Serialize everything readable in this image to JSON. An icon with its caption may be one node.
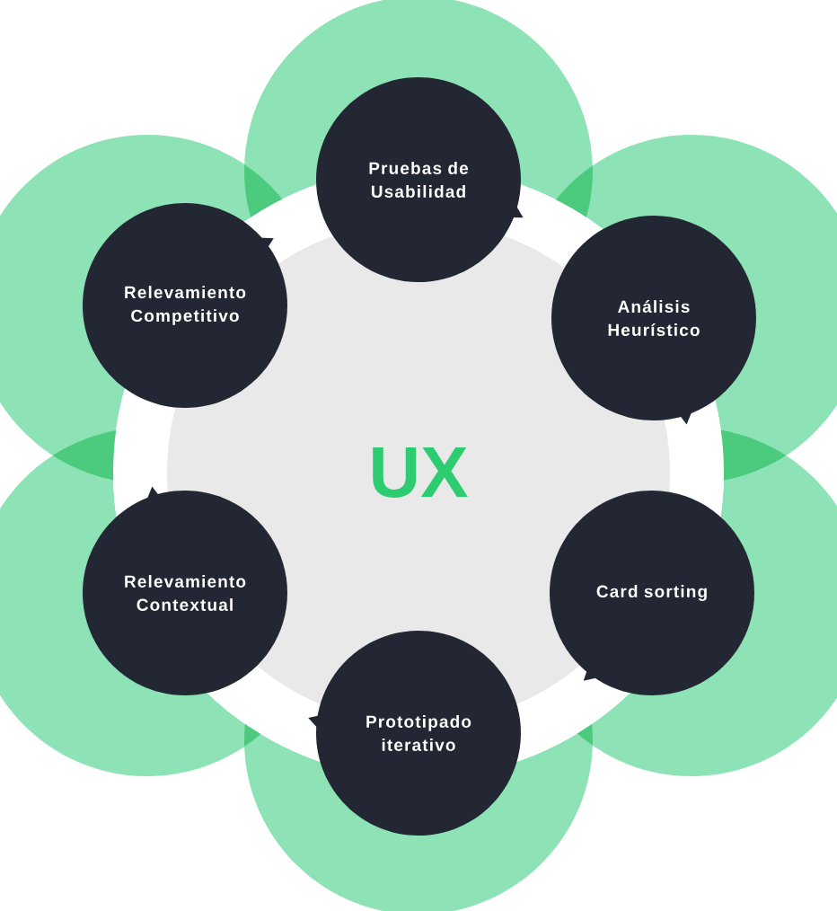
{
  "diagram": {
    "nodes": [
      {
        "text": [
          "UX"
        ]
      },
      {
        "text": [
          "Pruebas de Usabilidad"
        ]
      },
      {
        "text": [
          "Análisis Heurístico"
        ]
      },
      {
        "text": [
          "Card sorting"
        ]
      },
      {
        "text": [
          "Prototipado iterativo"
        ]
      },
      {
        "text": [
          "Relevamiento Contextual"
        ]
      },
      {
        "text": [
          "Relevamiento Competitivo"
        ]
      }
    ]
  }
}
